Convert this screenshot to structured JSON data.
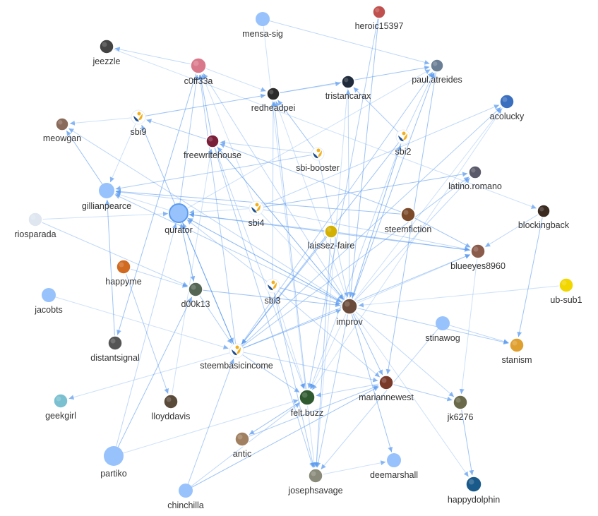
{
  "graph": {
    "colors": {
      "edge": "#5b9bf0",
      "plain_node": "#97c2fc",
      "plain_border": "#5b9bf0",
      "label": "#333333"
    },
    "nodes": [
      {
        "id": "mensa-sig",
        "label": "mensa-sig",
        "avatar": "plain"
      },
      {
        "id": "heroic15397",
        "label": "heroic15397",
        "avatar": "#c0504d"
      },
      {
        "id": "jeezzle",
        "label": "jeezzle",
        "avatar": "#444444"
      },
      {
        "id": "c0ff33a",
        "label": "c0ff33a",
        "avatar": "#d9788a"
      },
      {
        "id": "redheadpei",
        "label": "redheadpei",
        "avatar": "#2b2b2b"
      },
      {
        "id": "tristancarax",
        "label": "tristancarax",
        "avatar": "#1f2a3a"
      },
      {
        "id": "paul.atreides",
        "label": "paul.atreides",
        "avatar": "#6a7f95"
      },
      {
        "id": "acolucky",
        "label": "acolucky",
        "avatar": "#3a6fbf"
      },
      {
        "id": "meowgan",
        "label": "meowgan",
        "avatar": "#8a6a5a"
      },
      {
        "id": "sbi9",
        "label": "sbi9",
        "avatar": "sbi"
      },
      {
        "id": "freewritehouse",
        "label": "freewritehouse",
        "avatar": "#7a1f3a"
      },
      {
        "id": "sbi-booster",
        "label": "sbi-booster",
        "avatar": "sbi"
      },
      {
        "id": "sbi2",
        "label": "sbi2",
        "avatar": "sbi"
      },
      {
        "id": "latino.romano",
        "label": "latino.romano",
        "avatar": "#5a5a6a"
      },
      {
        "id": "gillianpearce",
        "label": "gillianpearce",
        "avatar": "plain"
      },
      {
        "id": "qurator",
        "label": "qurator",
        "avatar": "plain"
      },
      {
        "id": "sbi4",
        "label": "sbi4",
        "avatar": "sbi"
      },
      {
        "id": "laissez-faire",
        "label": "laissez-faire",
        "avatar": "#d4b000"
      },
      {
        "id": "steemfiction",
        "label": "steemfiction",
        "avatar": "#7a4a2a"
      },
      {
        "id": "blockingback",
        "label": "blockingback",
        "avatar": "#3a2a20"
      },
      {
        "id": "riosparada",
        "label": "riosparada",
        "avatar": "#dfe6f0"
      },
      {
        "id": "blueeyes8960",
        "label": "blueeyes8960",
        "avatar": "#8a5a4a"
      },
      {
        "id": "happyme",
        "label": "happyme",
        "avatar": "#d06a20"
      },
      {
        "id": "sbi3",
        "label": "sbi3",
        "avatar": "sbi"
      },
      {
        "id": "d00k13",
        "label": "d00k13",
        "avatar": "#556655"
      },
      {
        "id": "improv",
        "label": "improv",
        "avatar": "#6a4a3a"
      },
      {
        "id": "ub-sub1",
        "label": "ub-sub1",
        "avatar": "#f2d600"
      },
      {
        "id": "jacobts",
        "label": "jacobts",
        "avatar": "plain"
      },
      {
        "id": "stinawog",
        "label": "stinawog",
        "avatar": "plain"
      },
      {
        "id": "distantsignal",
        "label": "distantsignal",
        "avatar": "#555555"
      },
      {
        "id": "steembasicincome",
        "label": "steembasicincome",
        "avatar": "sbi"
      },
      {
        "id": "stanism",
        "label": "stanism",
        "avatar": "#e0a030"
      },
      {
        "id": "mariannewest",
        "label": "mariannewest",
        "avatar": "#7a3a2a"
      },
      {
        "id": "jk6276",
        "label": "jk6276",
        "avatar": "#6a6a4a"
      },
      {
        "id": "geekgirl",
        "label": "geekgirl",
        "avatar": "#7ac0d0"
      },
      {
        "id": "lloyddavis",
        "label": "lloyddavis",
        "avatar": "#5a4a3a"
      },
      {
        "id": "felt.buzz",
        "label": "felt.buzz",
        "avatar": "#2f5a2f"
      },
      {
        "id": "antic",
        "label": "antic",
        "avatar": "#a08060"
      },
      {
        "id": "partiko",
        "label": "partiko",
        "avatar": "plain"
      },
      {
        "id": "deemarshall",
        "label": "deemarshall",
        "avatar": "plain"
      },
      {
        "id": "josephsavage",
        "label": "josephsavage",
        "avatar": "#8a8a7a"
      },
      {
        "id": "happydolphin",
        "label": "happydolphin",
        "avatar": "#1a5a8a"
      },
      {
        "id": "chinchilla",
        "label": "chinchilla",
        "avatar": "plain"
      }
    ],
    "edges": [
      [
        "mensa-sig",
        "josephsavage"
      ],
      [
        "mensa-sig",
        "paul.atreides"
      ],
      [
        "heroic15397",
        "felt.buzz"
      ],
      [
        "heroic15397",
        "improv"
      ],
      [
        "c0ff33a",
        "redheadpei"
      ],
      [
        "c0ff33a",
        "jeezzle"
      ],
      [
        "qurator",
        "c0ff33a"
      ],
      [
        "freewritehouse",
        "c0ff33a"
      ],
      [
        "sbi4",
        "c0ff33a"
      ],
      [
        "improv",
        "c0ff33a"
      ],
      [
        "steembasicincome",
        "c0ff33a"
      ],
      [
        "sbi9",
        "redheadpei"
      ],
      [
        "improv",
        "redheadpei"
      ],
      [
        "sbi3",
        "redheadpei"
      ],
      [
        "felt.buzz",
        "redheadpei"
      ],
      [
        "sbi-booster",
        "redheadpei"
      ],
      [
        "redheadpei",
        "tristancarax"
      ],
      [
        "improv",
        "tristancarax"
      ],
      [
        "sbi2",
        "tristancarax"
      ],
      [
        "improv",
        "paul.atreides"
      ],
      [
        "qurator",
        "paul.atreides"
      ],
      [
        "sbi2",
        "paul.atreides"
      ],
      [
        "steembasicincome",
        "paul.atreides"
      ],
      [
        "redheadpei",
        "paul.atreides"
      ],
      [
        "improv",
        "acolucky"
      ],
      [
        "sbi4",
        "acolucky"
      ],
      [
        "steembasicincome",
        "acolucky"
      ],
      [
        "gillianpearce",
        "meowgan"
      ],
      [
        "sbi9",
        "meowgan"
      ],
      [
        "improv",
        "meowgan"
      ],
      [
        "freewritehouse",
        "sbi9"
      ],
      [
        "steembasicincome",
        "sbi9"
      ],
      [
        "sbi9",
        "gillianpearce"
      ],
      [
        "sbi-booster",
        "freewritehouse"
      ],
      [
        "steemfiction",
        "freewritehouse"
      ],
      [
        "improv",
        "freewritehouse"
      ],
      [
        "freewritehouse",
        "improv"
      ],
      [
        "sbi-booster",
        "improv"
      ],
      [
        "sbi2",
        "improv"
      ],
      [
        "sbi2",
        "steembasicincome"
      ],
      [
        "improv",
        "sbi2"
      ],
      [
        "improv",
        "latino.romano"
      ],
      [
        "steembasicincome",
        "latino.romano"
      ],
      [
        "sbi4",
        "latino.romano"
      ],
      [
        "qurator",
        "gillianpearce"
      ],
      [
        "sbi4",
        "gillianpearce"
      ],
      [
        "improv",
        "gillianpearce"
      ],
      [
        "steemfiction",
        "gillianpearce"
      ],
      [
        "sbi4",
        "qurator"
      ],
      [
        "d00k13",
        "qurator"
      ],
      [
        "improv",
        "qurator"
      ],
      [
        "steembasicincome",
        "qurator"
      ],
      [
        "riosparada",
        "qurator"
      ],
      [
        "sbi3",
        "qurator"
      ],
      [
        "laissez-faire",
        "qurator"
      ],
      [
        "blueeyes8960",
        "qurator"
      ],
      [
        "qurator",
        "steembasicincome"
      ],
      [
        "qurator",
        "improv"
      ],
      [
        "qurator",
        "d00k13"
      ],
      [
        "partiko",
        "d00k13"
      ],
      [
        "sbi4",
        "improv"
      ],
      [
        "sbi4",
        "blueeyes8960"
      ],
      [
        "laissez-faire",
        "blueeyes8960"
      ],
      [
        "steemfiction",
        "blueeyes8960"
      ],
      [
        "improv",
        "blueeyes8960"
      ],
      [
        "blockingback",
        "blueeyes8960"
      ],
      [
        "steembasicincome",
        "blueeyes8960"
      ],
      [
        "blockingback",
        "stanism"
      ],
      [
        "ub-sub1",
        "improv"
      ],
      [
        "stinawog",
        "stanism"
      ],
      [
        "improv",
        "stanism"
      ],
      [
        "sbi3",
        "improv"
      ],
      [
        "sbi3",
        "felt.buzz"
      ],
      [
        "sbi3",
        "mariannewest"
      ],
      [
        "sbi3",
        "josephsavage"
      ],
      [
        "improv",
        "mariannewest"
      ],
      [
        "improv",
        "felt.buzz"
      ],
      [
        "improv",
        "jk6276"
      ],
      [
        "improv",
        "josephsavage"
      ],
      [
        "improv",
        "deemarshall"
      ],
      [
        "improv",
        "happydolphin"
      ],
      [
        "steembasicincome",
        "mariannewest"
      ],
      [
        "steembasicincome",
        "felt.buzz"
      ],
      [
        "steembasicincome",
        "improv"
      ],
      [
        "steembasicincome",
        "geekgirl"
      ],
      [
        "mariannewest",
        "felt.buzz"
      ],
      [
        "mariannewest",
        "jk6276"
      ],
      [
        "jk6276",
        "happydolphin"
      ],
      [
        "blueeyes8960",
        "jk6276"
      ],
      [
        "happyme",
        "d00k13"
      ],
      [
        "happyme",
        "lloyddavis"
      ],
      [
        "distantsignal",
        "gillianpearce"
      ],
      [
        "jacobts",
        "steembasicincome"
      ],
      [
        "riosparada",
        "d00k13"
      ],
      [
        "d00k13",
        "steembasicincome"
      ],
      [
        "d00k13",
        "improv"
      ],
      [
        "lloyddavis",
        "freewritehouse"
      ],
      [
        "chinchilla",
        "felt.buzz"
      ],
      [
        "chinchilla",
        "steembasicincome"
      ],
      [
        "chinchilla",
        "mariannewest"
      ],
      [
        "partiko",
        "felt.buzz"
      ],
      [
        "partiko",
        "qurator"
      ],
      [
        "antic",
        "mariannewest"
      ],
      [
        "felt.buzz",
        "antic"
      ],
      [
        "josephsavage",
        "deemarshall"
      ],
      [
        "stinawog",
        "josephsavage"
      ],
      [
        "laissez-faire",
        "josephsavage"
      ],
      [
        "laissez-faire",
        "steembasicincome"
      ],
      [
        "tristancarax",
        "josephsavage"
      ],
      [
        "sbi2",
        "felt.buzz"
      ],
      [
        "sbi-booster",
        "gillianpearce"
      ],
      [
        "paul.atreides",
        "mariannewest"
      ],
      [
        "acolucky",
        "felt.buzz"
      ],
      [
        "freewritehouse",
        "felt.buzz"
      ],
      [
        "freewritehouse",
        "josephsavage"
      ],
      [
        "c0ff33a",
        "distantsignal"
      ],
      [
        "jeezzle",
        "blockingback"
      ]
    ]
  }
}
